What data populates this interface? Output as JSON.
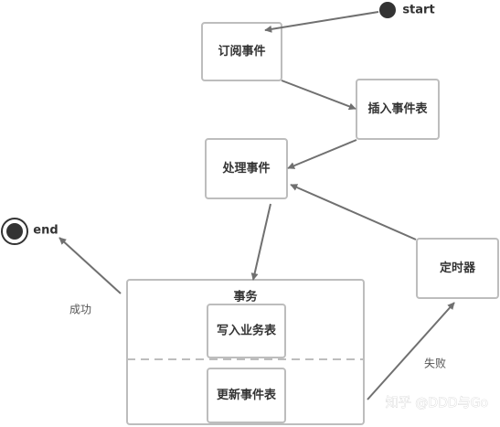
{
  "nodes": {
    "start": "start",
    "end": "end",
    "subscribe": "订阅事件",
    "insert": "插入事件表",
    "handle": "处理事件",
    "timer": "定时器",
    "transaction": "事务",
    "write_business": "写入业务表",
    "update_event": "更新事件表"
  },
  "edges": {
    "success": "成功",
    "failure": "失败"
  },
  "watermark": "知乎 @DDD与Go",
  "colors": {
    "stroke": "#bdbdbd",
    "arrow": "#707070",
    "text": "#333333",
    "node_fill": "#333333"
  }
}
